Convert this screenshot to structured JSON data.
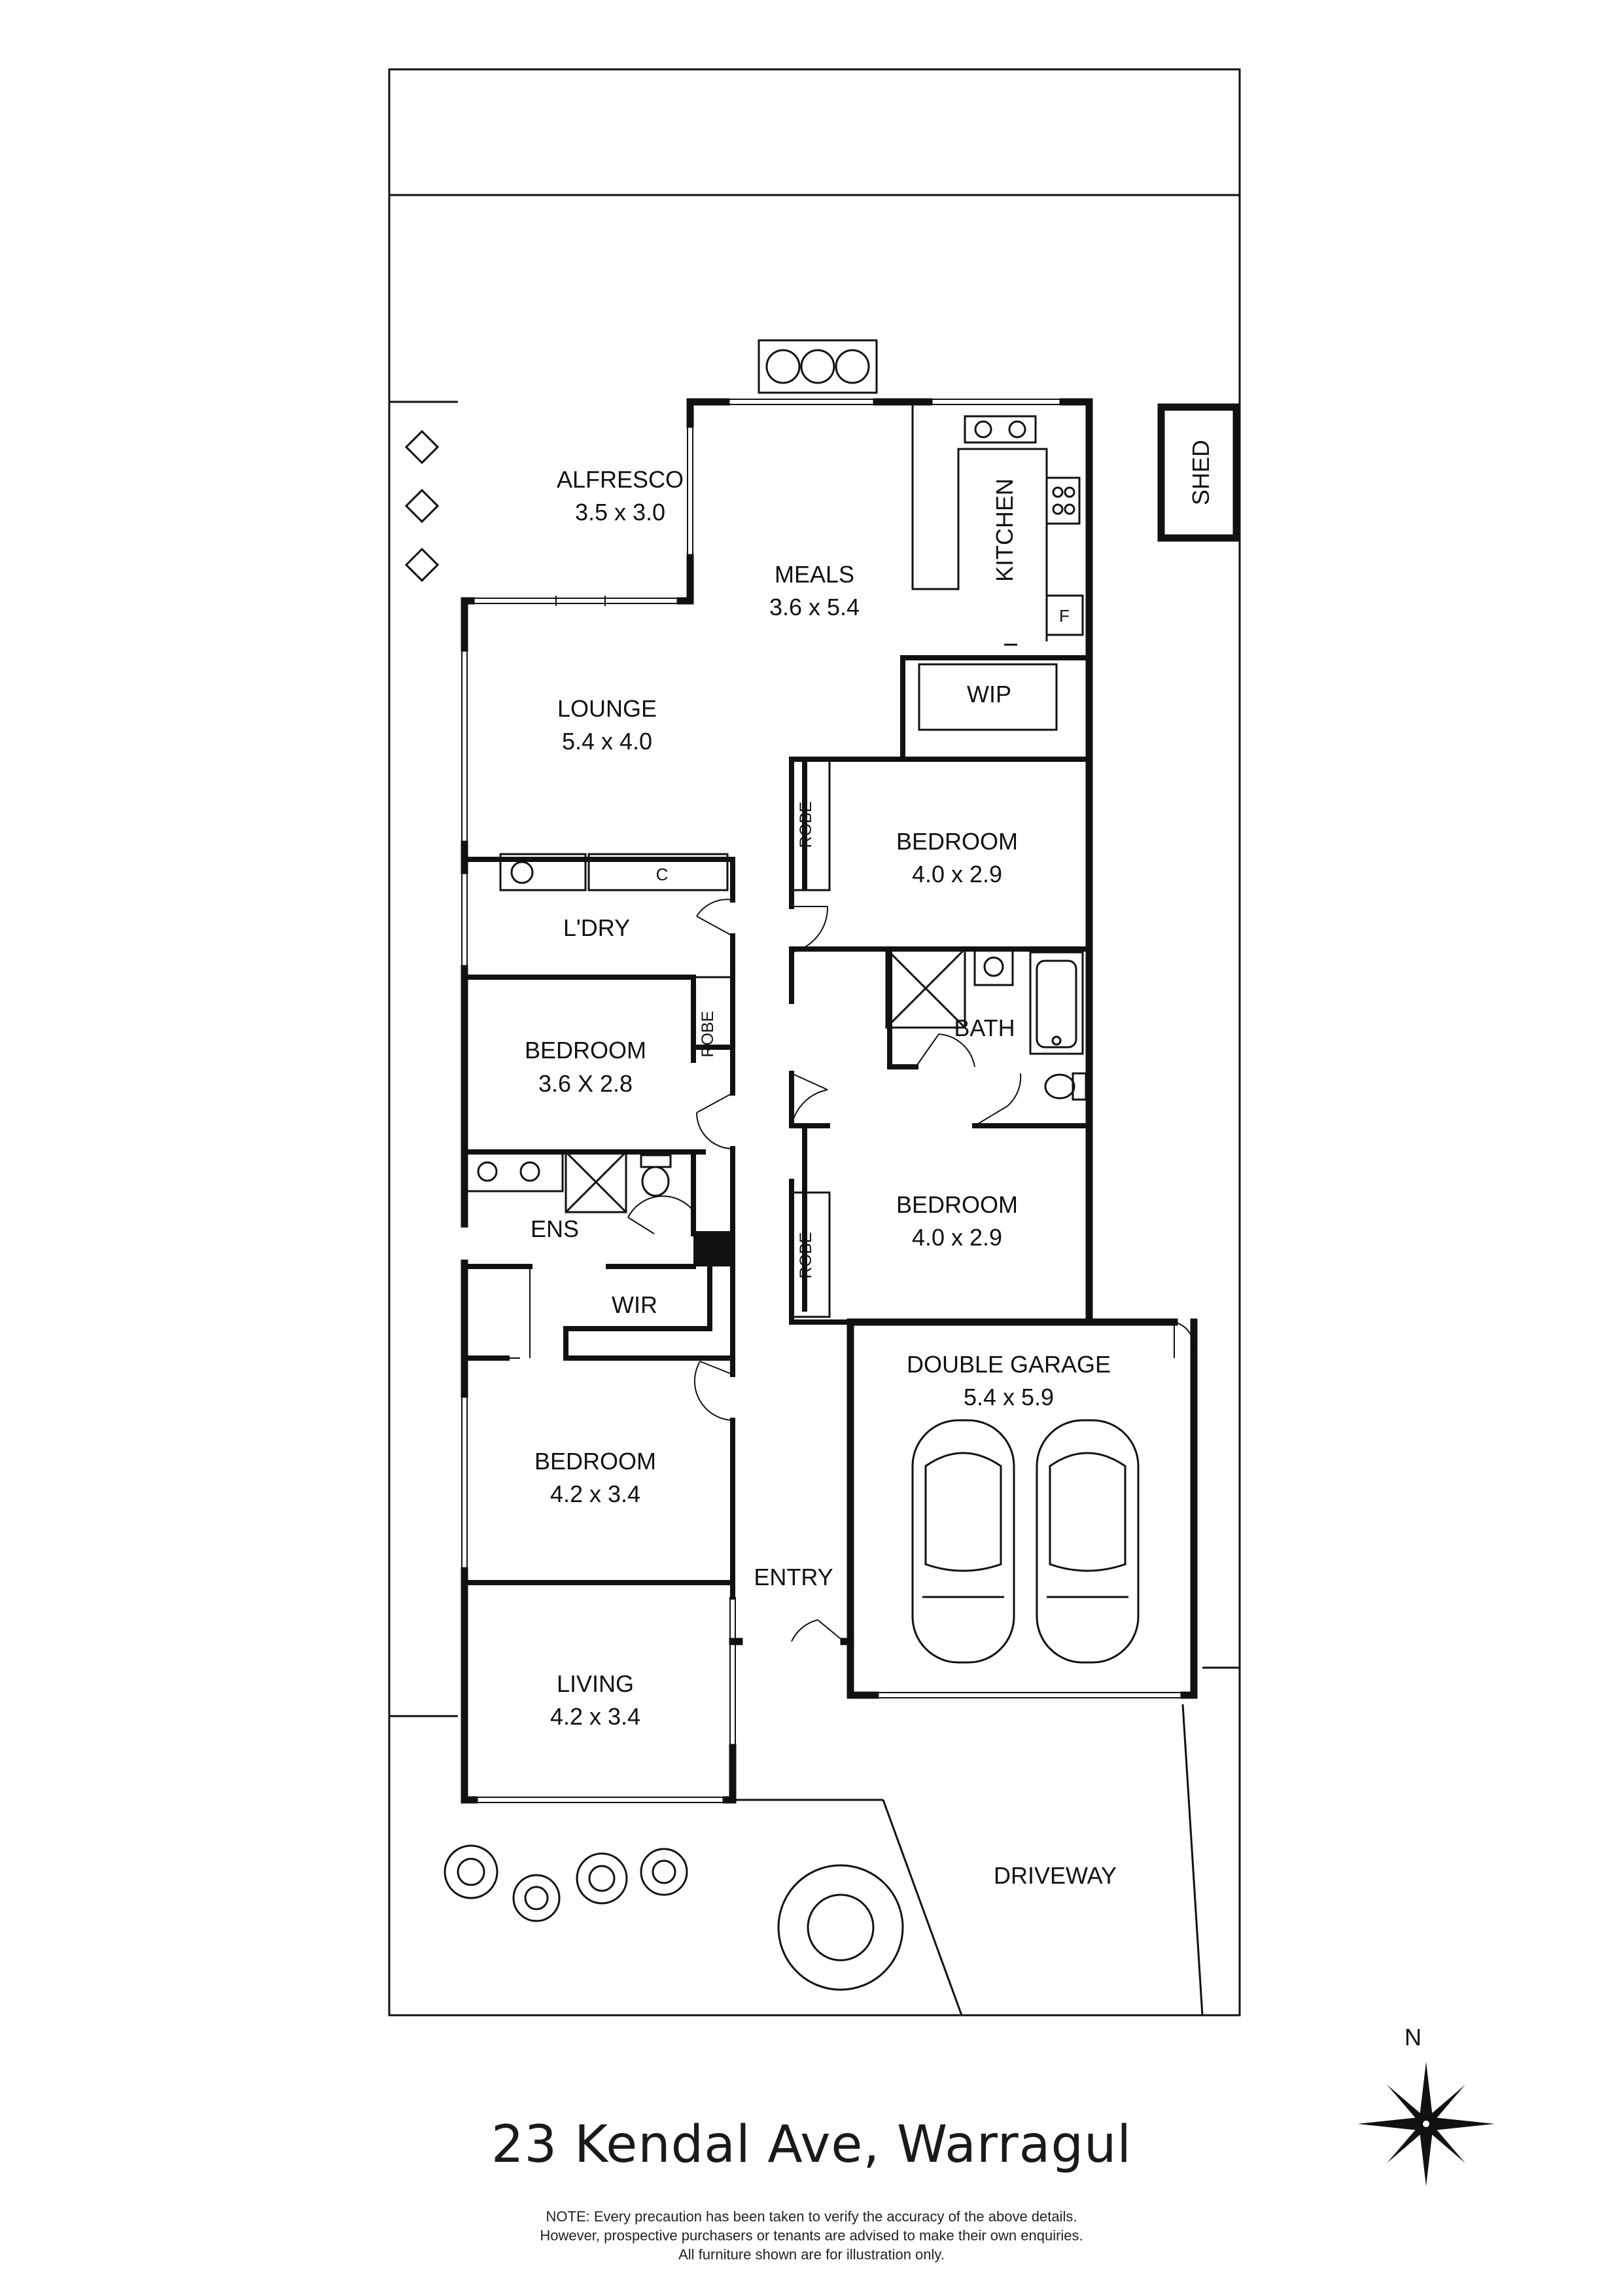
{
  "address": "23 Kendal Ave, Warragul",
  "note": [
    "NOTE: Every precaution has been taken to verify the accuracy of the above details.",
    "However, prospective purchasers or tenants are advised to make their own enquiries.",
    "All furniture shown are for illustration only."
  ],
  "compass": {
    "north": "N"
  },
  "rooms": {
    "alfresco": {
      "name": "ALFRESCO",
      "size": "3.5 x 3.0"
    },
    "meals": {
      "name": "MEALS",
      "size": "3.6 x 5.4"
    },
    "kitchen": {
      "name": "KITCHEN"
    },
    "fridge": {
      "name": "F"
    },
    "wip": {
      "name": "WIP"
    },
    "lounge": {
      "name": "LOUNGE",
      "size": "5.4 x 4.0"
    },
    "laundry": {
      "name": "L'DRY"
    },
    "cupboard": {
      "name": "C"
    },
    "bed_2": {
      "name": "BEDROOM",
      "size": "4.0 x 2.9"
    },
    "bath": {
      "name": "BATH"
    },
    "bed_3": {
      "name": "BEDROOM",
      "size": "3.6 X 2.8"
    },
    "bed_4": {
      "name": "BEDROOM",
      "size": "4.0 x 2.9"
    },
    "ens": {
      "name": "ENS"
    },
    "wir": {
      "name": "WIR"
    },
    "garage": {
      "name": "DOUBLE GARAGE",
      "size": "5.4 x 5.9"
    },
    "bed_master": {
      "name": "BEDROOM",
      "size": "4.2 x 3.4"
    },
    "entry": {
      "name": "ENTRY"
    },
    "living": {
      "name": "LIVING",
      "size": "4.2 x 3.4"
    },
    "driveway": {
      "name": "DRIVEWAY"
    },
    "shed": {
      "name": "SHED"
    },
    "robe": {
      "name": "ROBE"
    }
  }
}
